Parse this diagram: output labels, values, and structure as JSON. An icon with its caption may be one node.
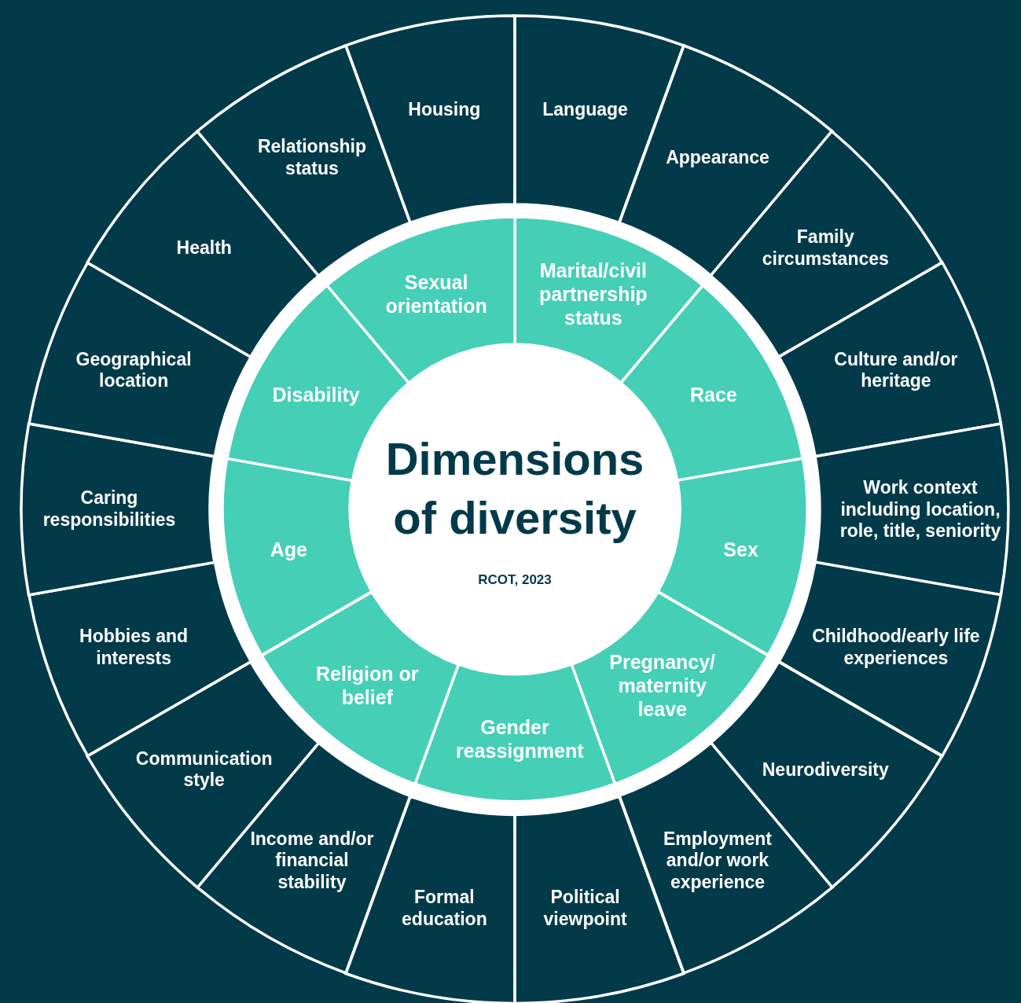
{
  "diagram": {
    "nodes": [
      {
        "text": [
          "Dimensions of diversity",
          "RCOT, 2023"
        ]
      },
      {
        "text": [
          "Marital/civil partnership status"
        ]
      },
      {
        "text": [
          "Race"
        ]
      },
      {
        "text": [
          "Sex"
        ]
      },
      {
        "text": [
          "Pregnancy/ maternity leave"
        ]
      },
      {
        "text": [
          "Gender reassignment"
        ]
      },
      {
        "text": [
          "Religion or belief"
        ]
      },
      {
        "text": [
          "Age"
        ]
      },
      {
        "text": [
          "Disability"
        ]
      },
      {
        "text": [
          "Sexual orientation"
        ]
      },
      {
        "text": [
          "Language"
        ]
      },
      {
        "text": [
          "Appearance"
        ]
      },
      {
        "text": [
          "Family circumstances"
        ]
      },
      {
        "text": [
          "Culture and/or heritage"
        ]
      },
      {
        "text": [
          "Work context including location, role, title, seniority"
        ]
      },
      {
        "text": [
          "Childhood/early life experiences"
        ]
      },
      {
        "text": [
          "Neurodiversity"
        ]
      },
      {
        "text": [
          "Employment and/or work experience"
        ]
      },
      {
        "text": [
          "Political viewpoint"
        ]
      },
      {
        "text": [
          "Formal education"
        ]
      },
      {
        "text": [
          "Income and/or financial stability"
        ]
      },
      {
        "text": [
          "Communication style"
        ]
      },
      {
        "text": [
          "Hobbies and interests"
        ]
      },
      {
        "text": [
          "Caring responsibilities"
        ]
      },
      {
        "text": [
          "Geographical location"
        ]
      },
      {
        "text": [
          "Health"
        ]
      },
      {
        "text": [
          "Relationship status"
        ]
      },
      {
        "text": [
          "Housing"
        ]
      }
    ]
  }
}
